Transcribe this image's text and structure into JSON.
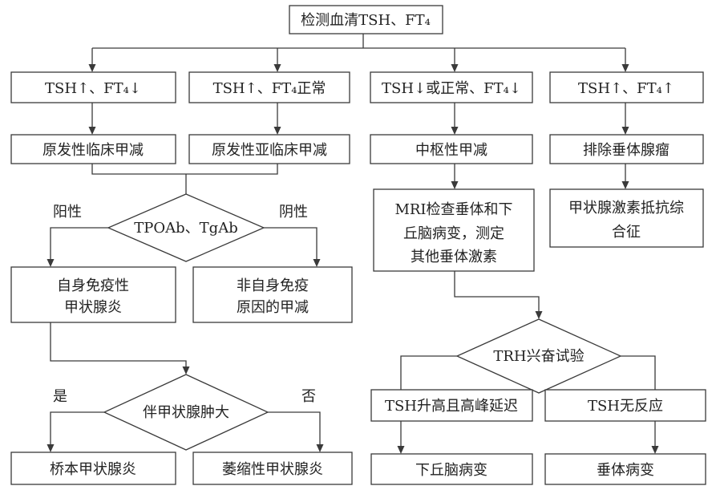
{
  "nodes": {
    "start": "检测血清TSH、FT₄",
    "tsh_up_ft4_down": "TSH↑、FT₄↓",
    "tsh_up_ft4_normal": "TSH↑、FT₄正常",
    "tsh_down_ft4_down": "TSH↓或正常、FT₄↓",
    "tsh_up_ft4_up": "TSH↑、FT₄↑",
    "primary_clinical": "原发性临床甲减",
    "primary_subclinical": "原发性亚临床甲减",
    "central": "中枢性甲减",
    "exclude_tumor": "排除垂体腺瘤",
    "antibody_test": "TPOAb、TgAb",
    "autoimmune_line1": "自身免疫性",
    "autoimmune_line2": "甲状腺炎",
    "non_autoimmune_line1": "非自身免疫",
    "non_autoimmune_line2": "原因的甲减",
    "goiter_test": "伴甲状腺肿大",
    "hashimoto": "桥本甲状腺炎",
    "atrophic": "萎缩性甲状腺炎",
    "mri_line1": "MRI检查垂体和下",
    "mri_line2": "丘脑病变，测定",
    "mri_line3": "其他垂体激素",
    "resistance_line1": "甲状腺激素抵抗综",
    "resistance_line2": "合征",
    "trh_test": "TRH兴奋试验",
    "tsh_delayed": "TSH升高且高峰延迟",
    "tsh_no_response": "TSH无反应",
    "hypothalamic": "下丘脑病变",
    "pituitary": "垂体病变"
  },
  "labels": {
    "positive": "阳性",
    "negative": "阴性",
    "yes": "是",
    "no": "否"
  }
}
